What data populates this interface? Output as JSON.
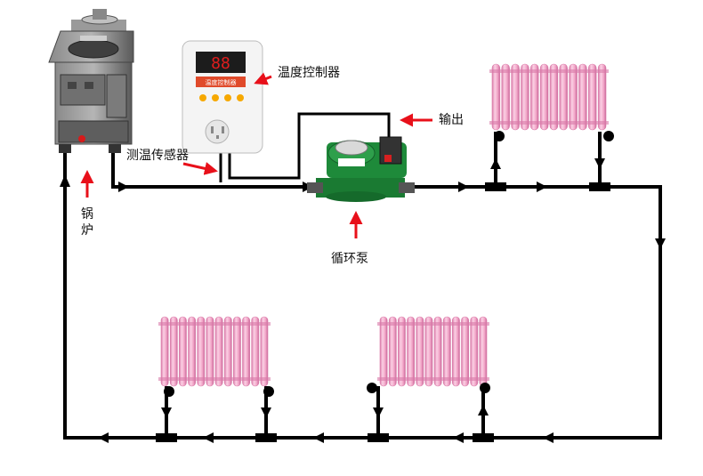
{
  "labels": {
    "controller": "温度控制器",
    "output": "输出",
    "sensor": "测温传感器",
    "boiler": "锅炉",
    "pump": "循环泵"
  },
  "controller_display": {
    "reading": "88",
    "strip_text": "温度控制器"
  },
  "colors": {
    "pipe": "#000000",
    "callout_arrow": "#e8101a",
    "radiator": "#f2a6c8",
    "radiator_dark": "#d97aa8",
    "pump_body": "#1e8a3a",
    "boiler_body": "#6d6d6d",
    "controller_body": "#f4f4f4",
    "lcd": "#c81e1e"
  }
}
